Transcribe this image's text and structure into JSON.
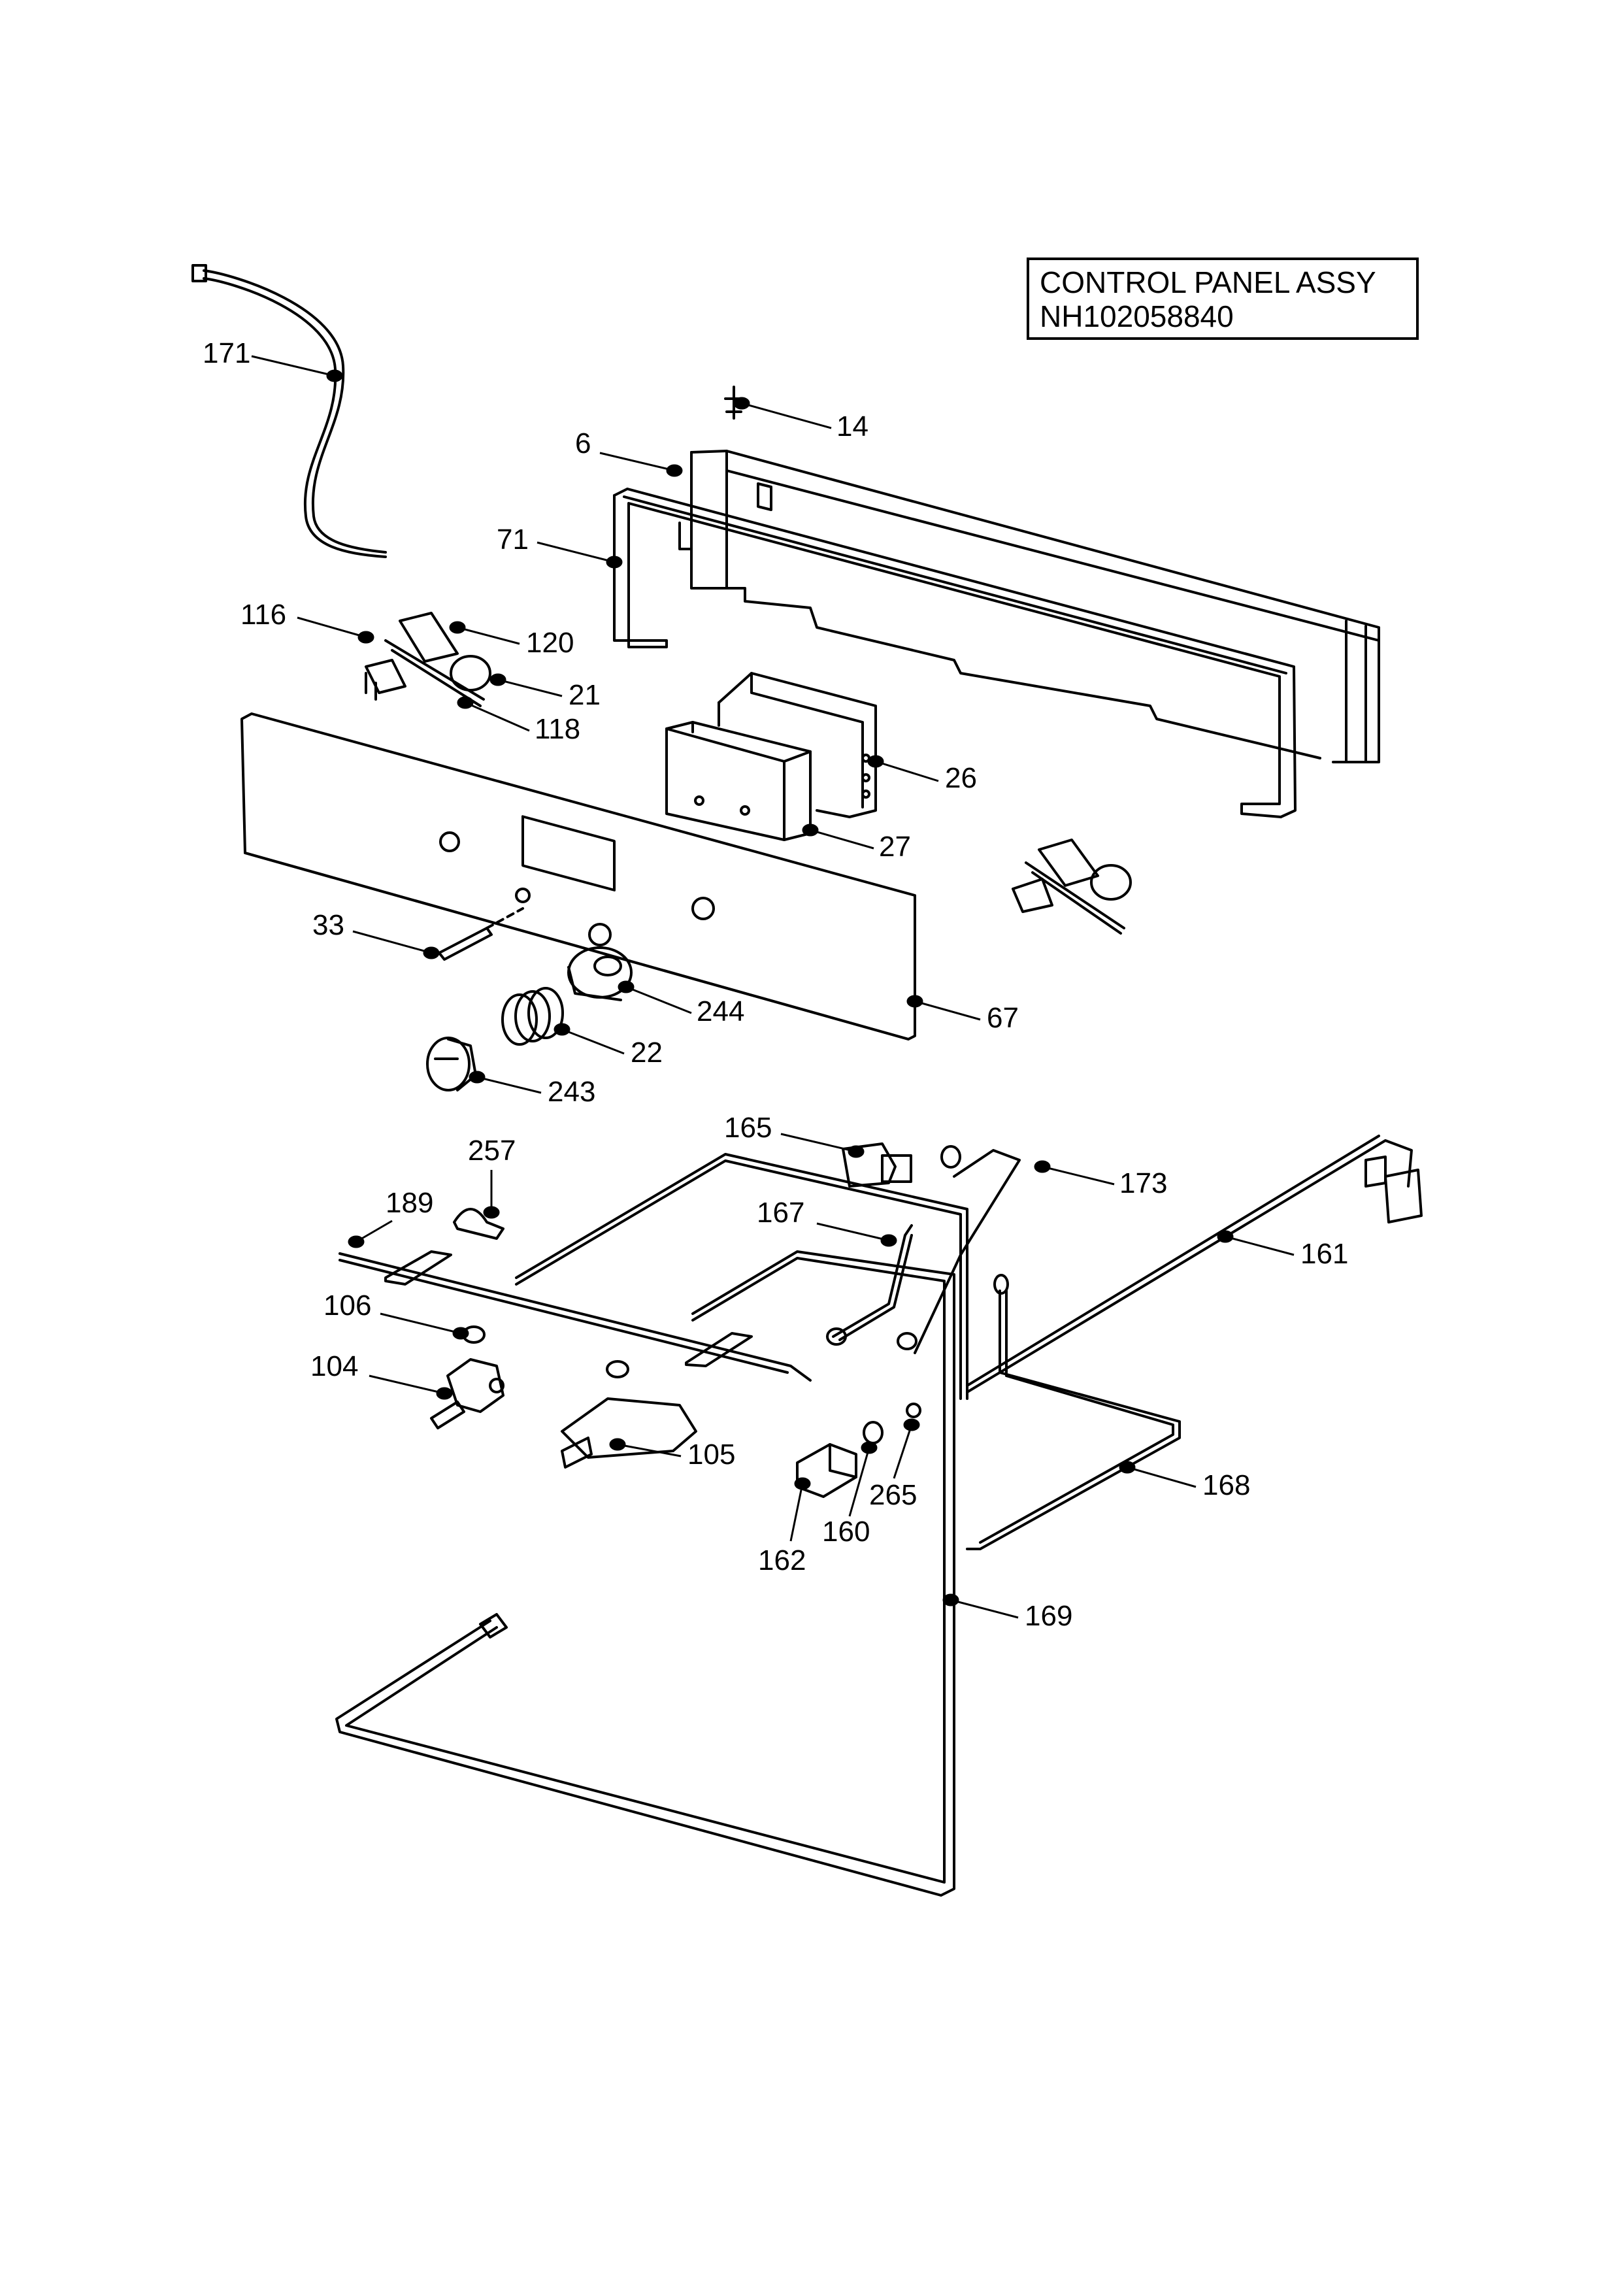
{
  "title_block": {
    "line1": "CONTROL PANEL ASSY",
    "line2": "NH102058840"
  },
  "callouts": [
    {
      "id": "171",
      "label": "171"
    },
    {
      "id": "14",
      "label": "14"
    },
    {
      "id": "6",
      "label": "6"
    },
    {
      "id": "71",
      "label": "71"
    },
    {
      "id": "116",
      "label": "116"
    },
    {
      "id": "120",
      "label": "120"
    },
    {
      "id": "21",
      "label": "21"
    },
    {
      "id": "118",
      "label": "118"
    },
    {
      "id": "26",
      "label": "26"
    },
    {
      "id": "27",
      "label": "27"
    },
    {
      "id": "33",
      "label": "33"
    },
    {
      "id": "244",
      "label": "244"
    },
    {
      "id": "67",
      "label": "67"
    },
    {
      "id": "22",
      "label": "22"
    },
    {
      "id": "243",
      "label": "243"
    },
    {
      "id": "165",
      "label": "165"
    },
    {
      "id": "257",
      "label": "257"
    },
    {
      "id": "173",
      "label": "173"
    },
    {
      "id": "189",
      "label": "189"
    },
    {
      "id": "167",
      "label": "167"
    },
    {
      "id": "161",
      "label": "161"
    },
    {
      "id": "106",
      "label": "106"
    },
    {
      "id": "104",
      "label": "104"
    },
    {
      "id": "105",
      "label": "105"
    },
    {
      "id": "265",
      "label": "265"
    },
    {
      "id": "168",
      "label": "168"
    },
    {
      "id": "160",
      "label": "160"
    },
    {
      "id": "162",
      "label": "162"
    },
    {
      "id": "169",
      "label": "169"
    }
  ]
}
